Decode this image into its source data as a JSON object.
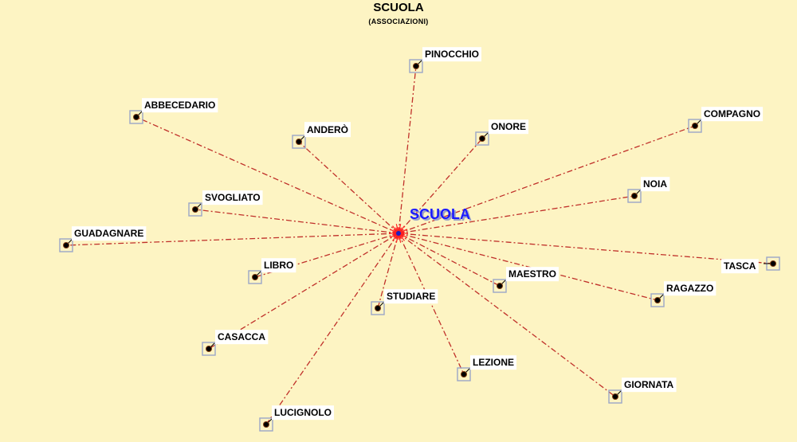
{
  "header": {
    "title": "SCUOLA",
    "subtitle": "(ASSOCIAZIONI)"
  },
  "diagram": {
    "center": {
      "label": "SCUOLA",
      "color": "#1a1aff"
    },
    "colors": {
      "line": "#c0302a",
      "node_box": "#9aa6c8",
      "node_dot": "#000000",
      "label_bg": "#ffffff",
      "center_burst": "#ff2020",
      "center_dot": "#2020c0"
    },
    "nodes": [
      {
        "label": "PINOCCHIO"
      },
      {
        "label": "ABBECEDARIO"
      },
      {
        "label": "ONORE"
      },
      {
        "label": "COMPAGNO"
      },
      {
        "label": "ANDERÒ"
      },
      {
        "label": "SVOGLIATO"
      },
      {
        "label": "NOIA"
      },
      {
        "label": "GUADAGNARE"
      },
      {
        "label": "TASCA"
      },
      {
        "label": "LIBRO"
      },
      {
        "label": "MAESTRO"
      },
      {
        "label": "RAGAZZO"
      },
      {
        "label": "STUDIARE"
      },
      {
        "label": "CASACCA"
      },
      {
        "label": "LEZIONE"
      },
      {
        "label": "GIORNATA"
      },
      {
        "label": "LUCIGNOLO"
      }
    ]
  }
}
